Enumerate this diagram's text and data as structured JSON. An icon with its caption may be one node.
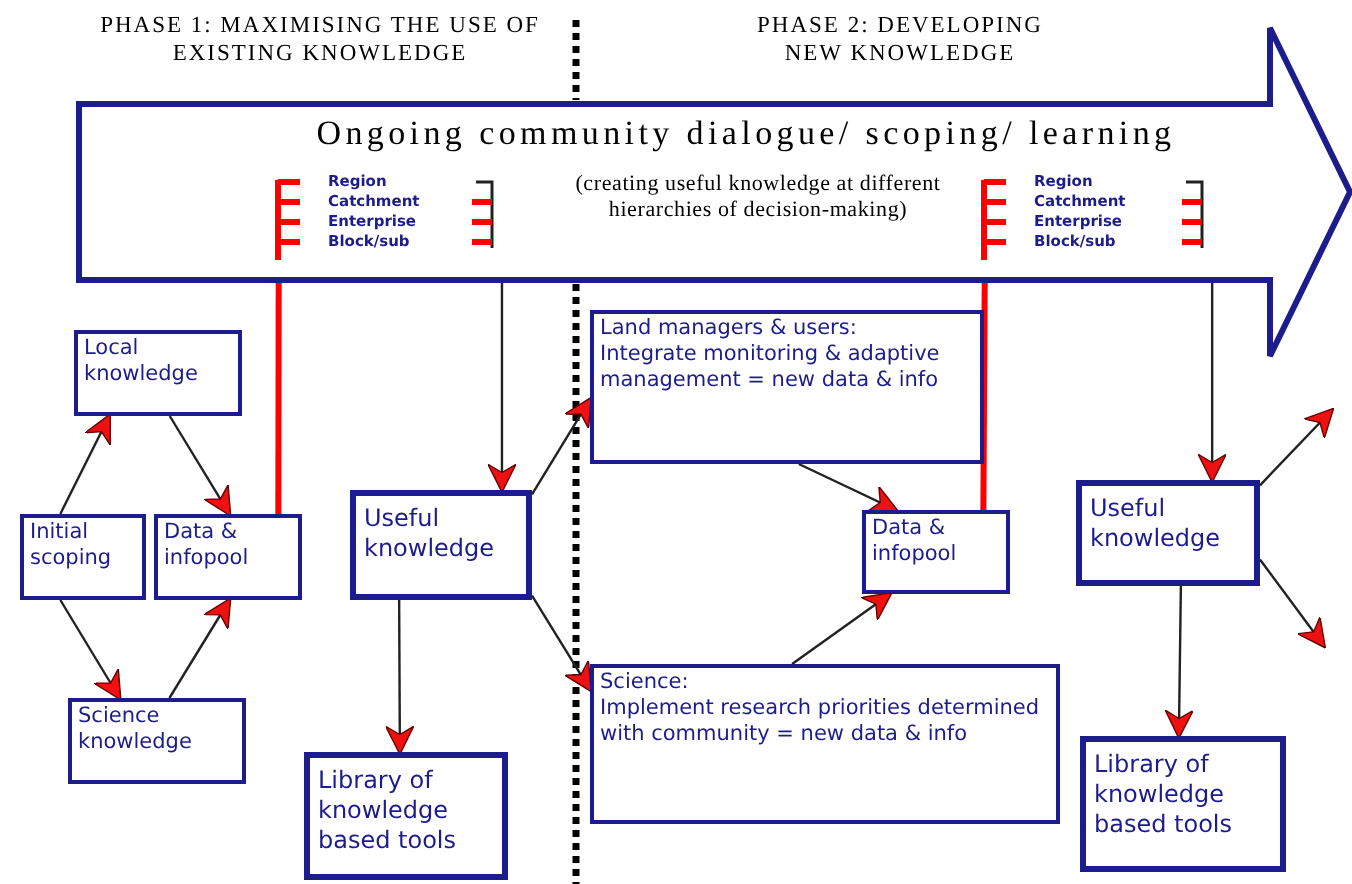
{
  "diagram": {
    "nodes": [
      {
        "text": [
          "Ongoing community dialogue/ scoping/ learning",
          "(creating useful knowledge at different hierarchies of decision-making)"
        ]
      },
      {
        "text": [
          "Region",
          "Catchment",
          "Enterprise",
          "Block/sub"
        ],
        "in": 0
      },
      {
        "text": [
          "Region",
          "Catchment",
          "Enterprise",
          "Block/sub"
        ],
        "in": 0
      },
      {
        "text": [
          "Local knowledge"
        ]
      },
      {
        "text": [
          "Initial scoping"
        ]
      },
      {
        "text": [
          "Data & infopool"
        ]
      },
      {
        "text": [
          "Science knowledge"
        ]
      },
      {
        "text": [
          "Useful knowledge"
        ]
      },
      {
        "text": [
          "Library of knowledge based tools"
        ]
      },
      {
        "text": [
          "Land managers & users:",
          "Integrate monitoring & adaptive management = new data & info"
        ]
      },
      {
        "text": [
          "Data & infopool"
        ]
      },
      {
        "text": [
          "Science:",
          "Implement research priorities determined with community = new data & info"
        ]
      },
      {
        "text": [
          "Useful knowledge"
        ]
      },
      {
        "text": [
          "Library of knowledge based tools"
        ]
      }
    ],
    "edges": [
      {
        "from": 4,
        "to": 3,
        "arrow": "to"
      },
      {
        "from": 3,
        "to": 5,
        "arrow": "to"
      },
      {
        "from": 4,
        "to": 6,
        "arrow": "to"
      },
      {
        "from": 6,
        "to": 5,
        "arrow": "to"
      },
      {
        "from": 5,
        "to": 1,
        "arrow": "none",
        "style": "thick",
        "color": "#ff0000"
      },
      {
        "from": 1,
        "to": 7,
        "arrow": "to"
      },
      {
        "from": 7,
        "to": 8,
        "arrow": "to"
      },
      {
        "from": 7,
        "to": 9,
        "arrow": "to"
      },
      {
        "from": 7,
        "to": 11,
        "arrow": "to"
      },
      {
        "from": 9,
        "to": 10,
        "arrow": "to"
      },
      {
        "from": 11,
        "to": 10,
        "arrow": "to"
      },
      {
        "from": 10,
        "to": 2,
        "arrow": "none",
        "style": "thick",
        "color": "#ff0000"
      },
      {
        "from": 2,
        "to": 12,
        "arrow": "to"
      },
      {
        "from": 12,
        "to": 13,
        "arrow": "to"
      },
      {
        "from": 12,
        "to": null,
        "arrow": "to"
      },
      {
        "from": 12,
        "to": null,
        "arrow": "to"
      }
    ],
    "labels": [
      "PHASE 1: MAXIMISING THE USE OF EXISTING KNOWLEDGE",
      "PHASE 2: DEVELOPING NEW KNOWLEDGE"
    ]
  }
}
